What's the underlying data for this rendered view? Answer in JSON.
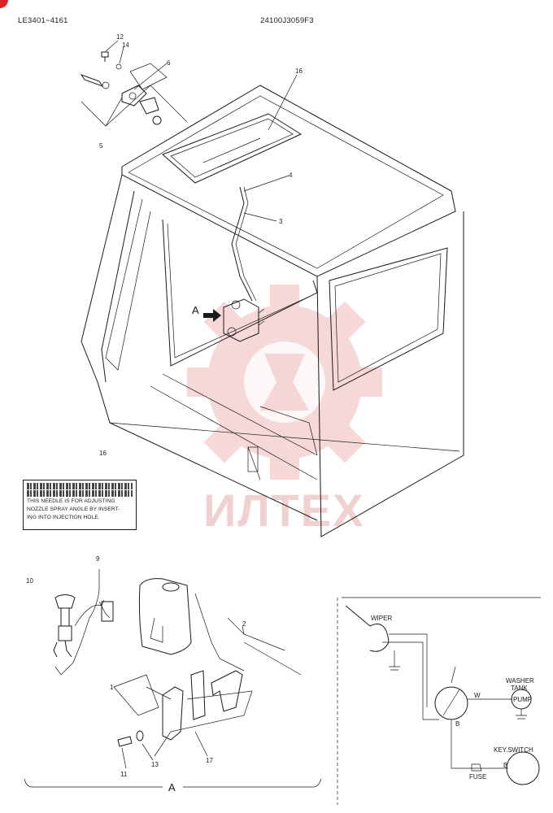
{
  "header": {
    "serial_range": "LE3401~4161",
    "part_number": "24100J3059F3"
  },
  "callouts": {
    "c12": "12",
    "c14": "14",
    "c6": "6",
    "c5": "5",
    "c16a": "16",
    "c4": "4",
    "c3": "3",
    "cA": "A",
    "c16b": "16",
    "c10": "10",
    "c9": "9",
    "c2": "2",
    "c1": "1",
    "c11": "11",
    "c13": "13",
    "c17": "17",
    "cA2": "A"
  },
  "label16": {
    "line1": "THIS NEEDLE IS FOR ADJUSTING",
    "line2": "NOZZLE SPRAY ANGLE BY INSERT-",
    "line3": "ING INTO INJECTION HOLE."
  },
  "wiring": {
    "wiper": "WIPER",
    "washer_tank_1": "WASHER",
    "washer_tank_2": "TANK",
    "pump": "PUMP",
    "key_switch": "KEY.SWITCH",
    "fuse": "FUSE",
    "w": "W",
    "b1": "B",
    "b2": "B"
  },
  "watermark": {
    "text": "ИЛТЕХ",
    "color": "#d9252a"
  }
}
